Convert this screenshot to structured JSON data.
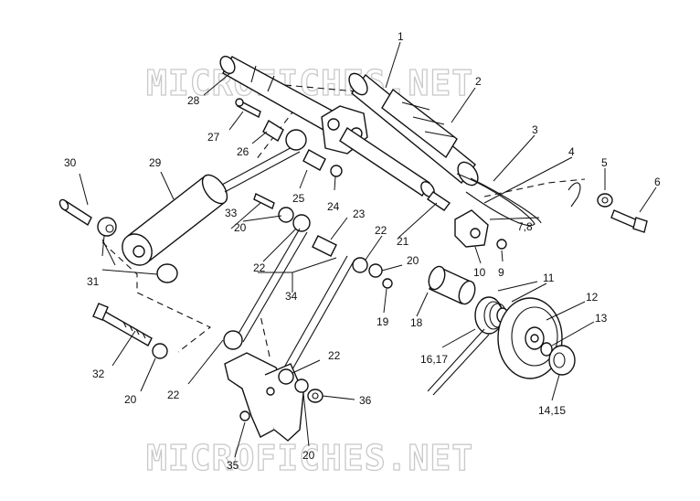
{
  "watermark": "MICROFICHES.NET",
  "labels": {
    "p1": "1",
    "p2": "2",
    "p3": "3",
    "p4": "4",
    "p5": "5",
    "p6": "6",
    "p78": "7,8",
    "p9": "9",
    "p10": "10",
    "p11": "11",
    "p12": "12",
    "p13": "13",
    "p1415": "14,15",
    "p1617": "16,17",
    "p18": "18",
    "p19": "19",
    "p20a": "20",
    "p20b": "20",
    "p20c": "20",
    "p20d": "20",
    "p21": "21",
    "p22a": "22",
    "p22b": "22",
    "p22c": "22",
    "p22d": "22",
    "p23": "23",
    "p24": "24",
    "p25": "25",
    "p26": "26",
    "p27": "27",
    "p28": "28",
    "p29": "29",
    "p30": "30",
    "p31": "31",
    "p32": "32",
    "p33": "33",
    "p34": "34",
    "p35": "35",
    "p36": "36"
  }
}
